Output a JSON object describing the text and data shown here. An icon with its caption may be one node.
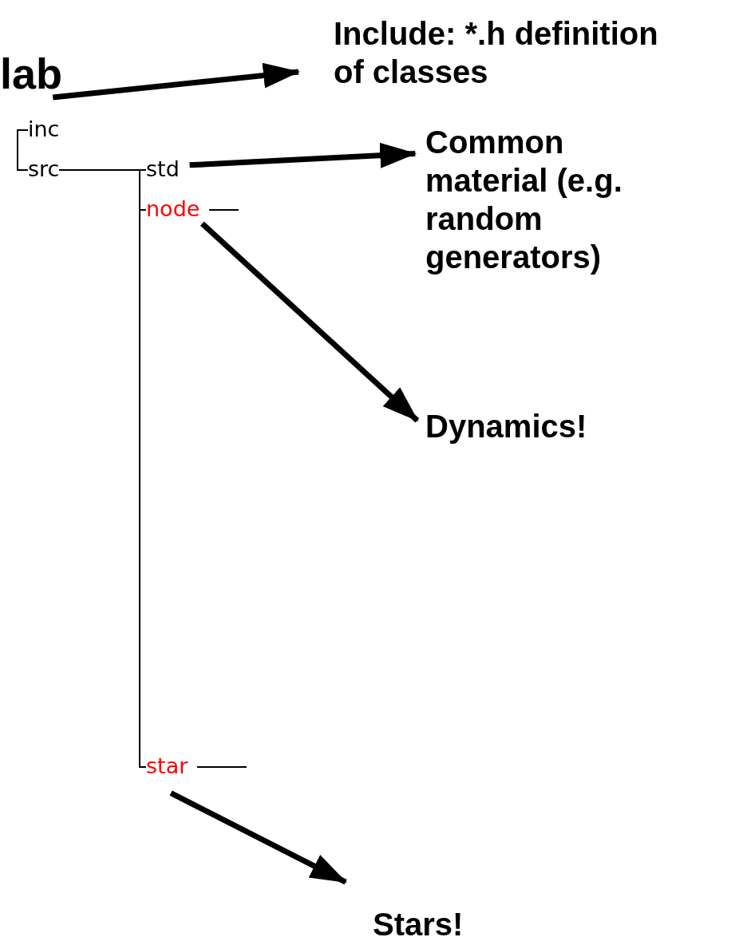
{
  "diagram": {
    "nodes": [
      {
        "text": [
          "lab"
        ]
      },
      {
        "text": [
          "inc"
        ]
      },
      {
        "text": [
          "src"
        ]
      },
      {
        "text": [
          "std"
        ]
      },
      {
        "text": [
          "node"
        ]
      },
      {
        "text": [
          "star"
        ]
      },
      {
        "text": [
          "Include: *.h definition of classes"
        ]
      },
      {
        "text": [
          "Common material (e.g. random generators)"
        ]
      },
      {
        "text": [
          "Dynamics!"
        ]
      },
      {
        "text": [
          "Stars!"
        ]
      }
    ],
    "edges": [
      {
        "from": 0,
        "to": 6,
        "arrow": "to",
        "style": "thick"
      },
      {
        "from": 1,
        "to": 2,
        "arrow": "none"
      },
      {
        "from": 2,
        "to": 3,
        "arrow": "none"
      },
      {
        "from": 2,
        "to": 4,
        "arrow": "none"
      },
      {
        "from": 2,
        "to": 5,
        "arrow": "none"
      },
      {
        "from": 4,
        "to": null,
        "arrow": "none"
      },
      {
        "from": 5,
        "to": null,
        "arrow": "none"
      },
      {
        "from": 3,
        "to": 7,
        "arrow": "to",
        "style": "thick"
      },
      {
        "from": 4,
        "to": 8,
        "arrow": "to",
        "style": "thick"
      },
      {
        "from": 5,
        "to": 9,
        "arrow": "to",
        "style": "thick"
      }
    ]
  }
}
